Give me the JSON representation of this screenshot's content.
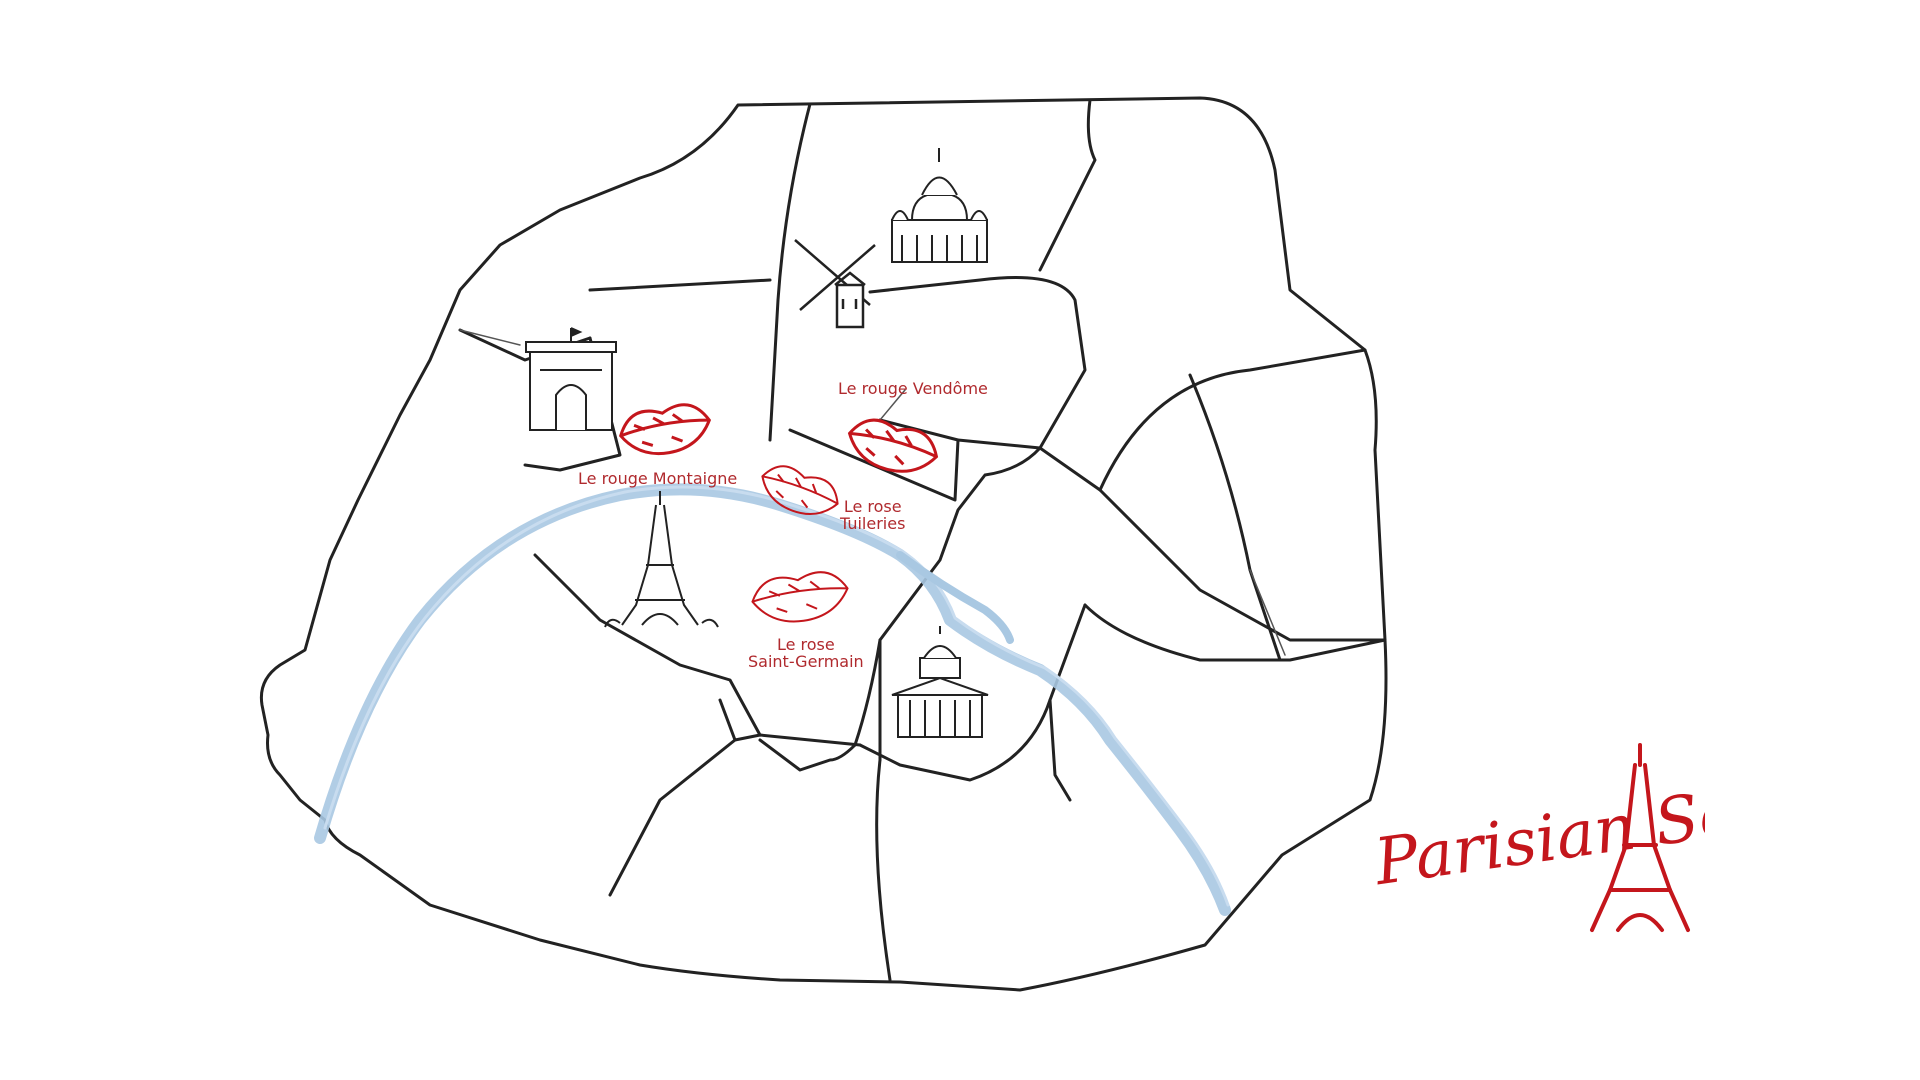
{
  "map": {
    "districts_outline": "paris-arrondissements",
    "river": "seine"
  },
  "landmarks": [
    {
      "name": "sacre-coeur-icon"
    },
    {
      "name": "moulin-rouge-icon"
    },
    {
      "name": "arc-de-triomphe-icon"
    },
    {
      "name": "eiffel-tower-icon"
    },
    {
      "name": "pantheon-icon"
    }
  ],
  "markers": [
    {
      "name": "lips-montaigne",
      "label": "Le rouge Montaigne"
    },
    {
      "name": "lips-vendome",
      "label": "Le rouge Vendôme"
    },
    {
      "name": "lips-tuileries",
      "label_line1": "Le rose",
      "label_line2": "Tuileries"
    },
    {
      "name": "lips-saint-germain",
      "label_line1": "Le rose",
      "label_line2": "Saint-Germain"
    }
  ],
  "brand": {
    "logo_text": "Parisian Set"
  },
  "colors": {
    "accent": "#c4161c",
    "label": "#b02a2e",
    "river": "#a9c8e2",
    "lines": "#222222"
  }
}
